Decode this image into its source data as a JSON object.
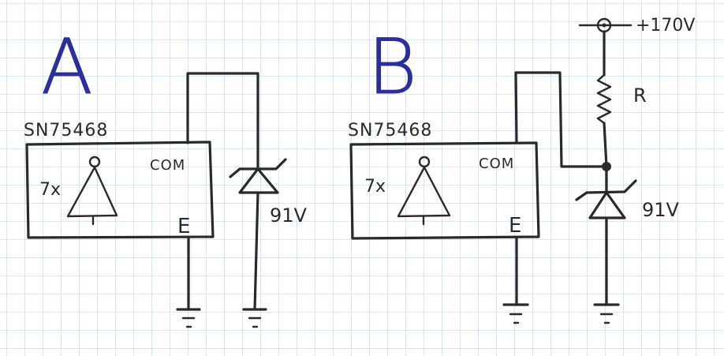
{
  "colors": {
    "paper": "#ffffff",
    "grid": "#b9cfe8",
    "pencil": "#2a2a2a",
    "ink_blue": "#2b2f9e"
  },
  "circuit_a": {
    "label": "A",
    "chip_name": "SN75468",
    "count_label": "7x",
    "com_label": "COM",
    "emitter_label": "E",
    "zener_label": "91V"
  },
  "circuit_b": {
    "label": "B",
    "chip_name": "SN75468",
    "count_label": "7x",
    "com_label": "COM",
    "emitter_label": "E",
    "zener_label": "91V",
    "resistor_label": "R",
    "supply_label": "+170V"
  }
}
